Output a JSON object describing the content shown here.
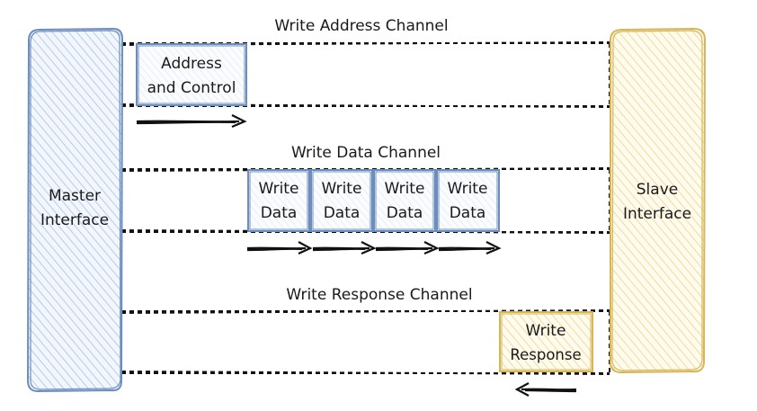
{
  "master": {
    "line1": "Master",
    "line2": "Interface",
    "fill": "#dae8fc",
    "stroke": "#6c8ebf"
  },
  "slave": {
    "line1": "Slave",
    "line2": "Interface",
    "fill": "#fff2cc",
    "stroke": "#d6b656"
  },
  "channels": {
    "write_address": {
      "title": "Write Address Channel",
      "box": {
        "line1": "Address",
        "line2": "and Control"
      }
    },
    "write_data": {
      "title": "Write Data Channel",
      "boxes": [
        {
          "line1": "Write",
          "line2": "Data"
        },
        {
          "line1": "Write",
          "line2": "Data"
        },
        {
          "line1": "Write",
          "line2": "Data"
        },
        {
          "line1": "Write",
          "line2": "Data"
        }
      ]
    },
    "write_response": {
      "title": "Write Response Channel",
      "box": {
        "line1": "Write",
        "line2": "Response"
      }
    }
  }
}
